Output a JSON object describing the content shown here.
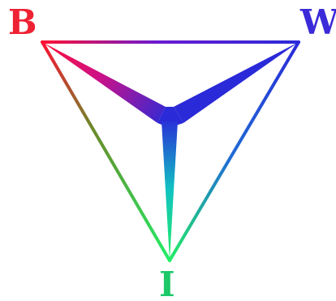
{
  "vertices": {
    "b": {
      "label": "B",
      "color": "#ee2233"
    },
    "w": {
      "label": "W",
      "color": "#3a2ad8"
    },
    "i": {
      "label": "I",
      "color": "#1cc868"
    }
  },
  "colors": {
    "red": "#ff1133",
    "magenta": "#cc1188",
    "violet": "#6a1ad0",
    "blue": "#2a2ad8",
    "azure": "#1f6fd4",
    "cyan": "#10c2c2",
    "green": "#22ee66",
    "olive": "#6a8a2a"
  }
}
